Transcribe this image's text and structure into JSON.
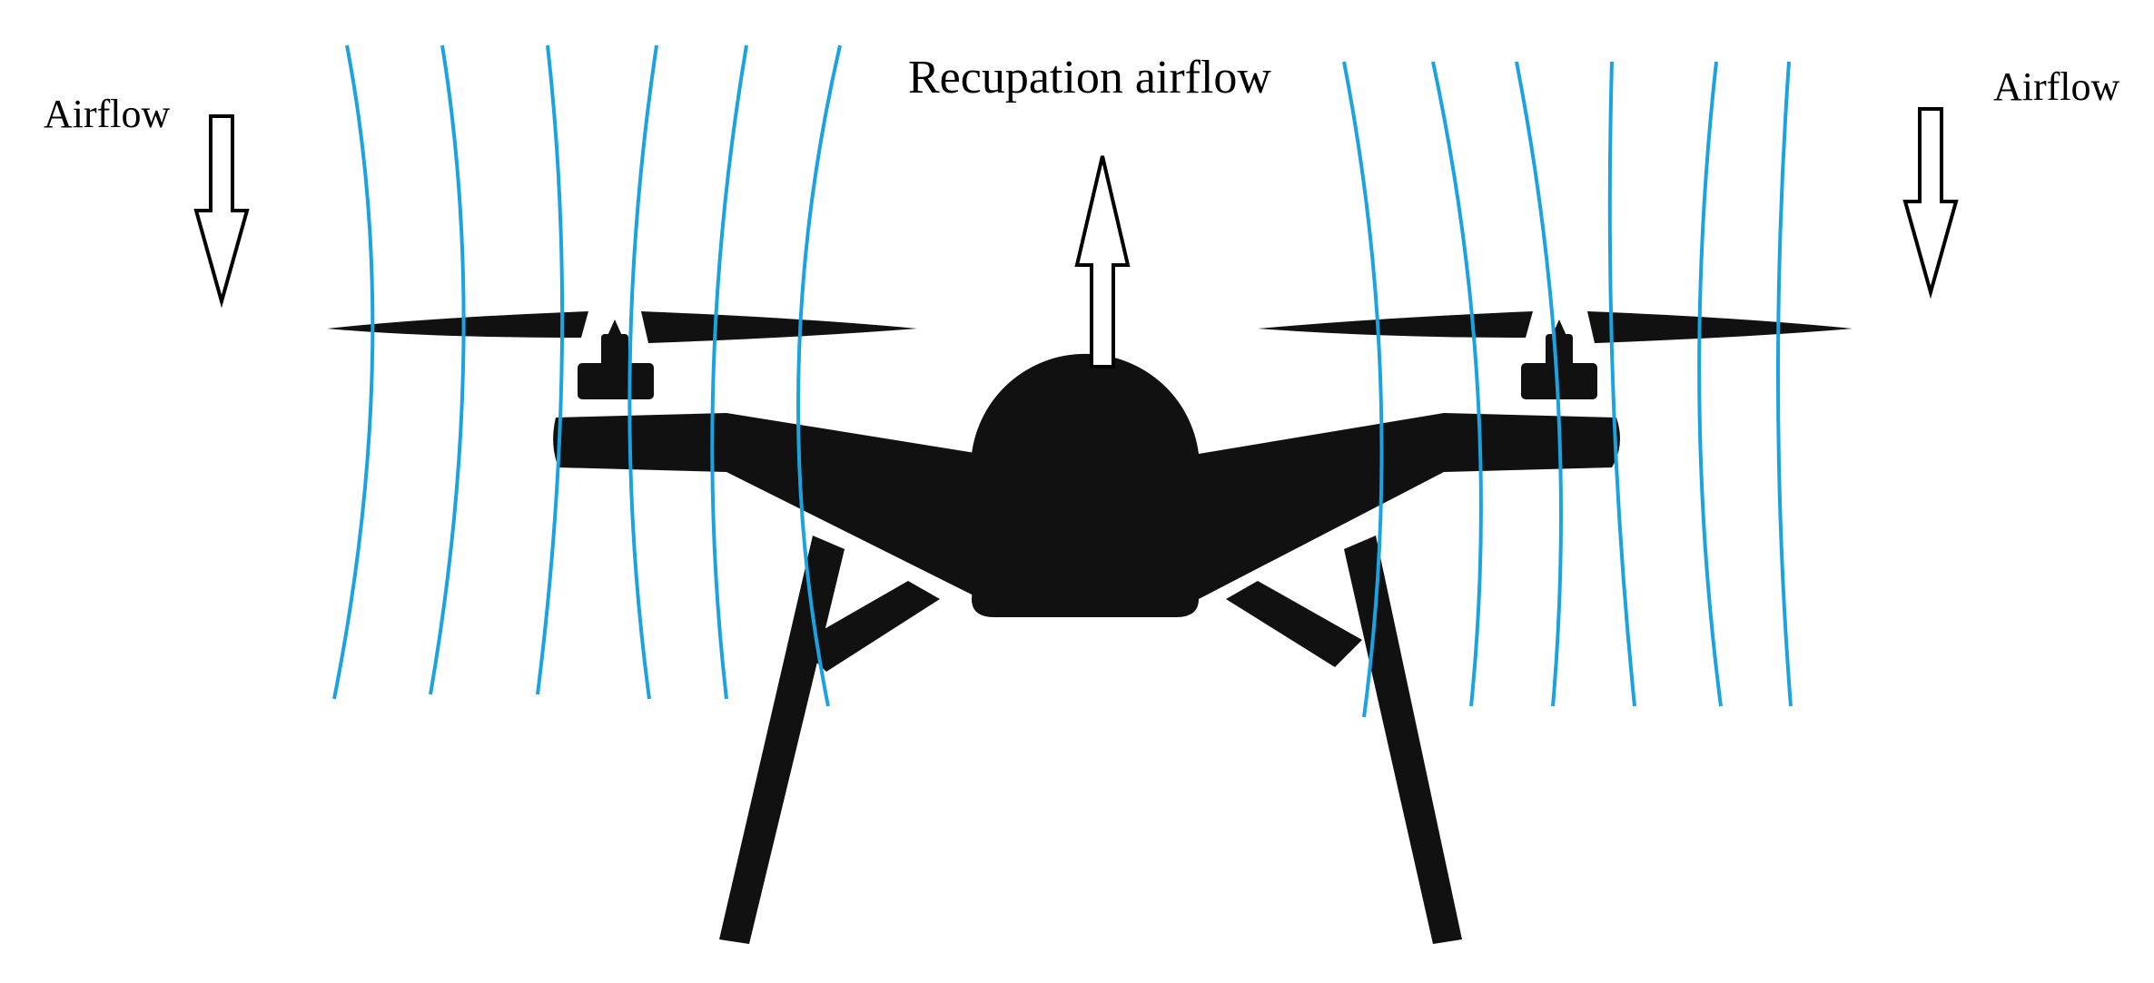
{
  "labels": {
    "left_airflow": "Airflow",
    "center_airflow": "Recupation airflow",
    "right_airflow": "Airflow"
  },
  "colors": {
    "airflow_lines": "#1aa3e0",
    "drone_body": "#111111",
    "arrow_stroke": "#000000",
    "arrow_fill": "#ffffff"
  },
  "icons": {
    "drone": "quadcopter-drone-icon",
    "down_arrow": "down-arrow-icon",
    "up_arrow": "up-arrow-icon"
  }
}
